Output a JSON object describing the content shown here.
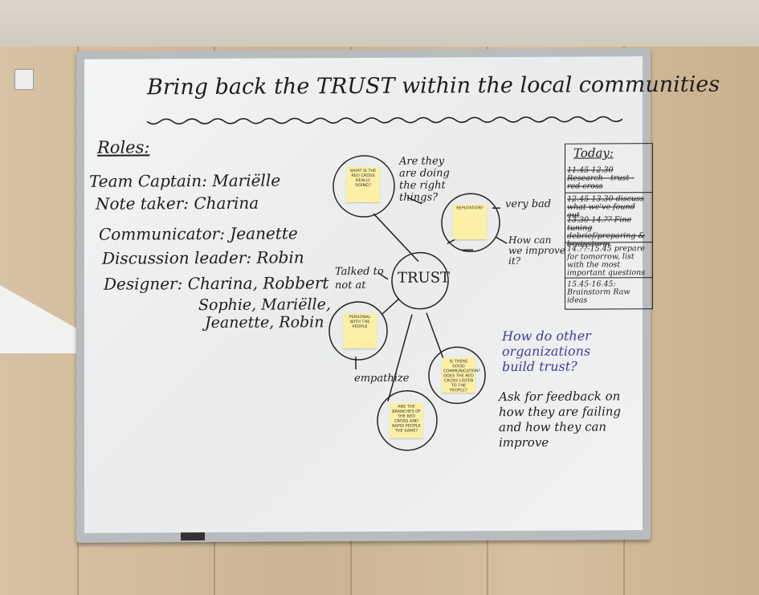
{
  "board": {
    "title": "Bring back the TRUST within the local communities",
    "roles_heading": "Roles:",
    "roles": [
      "Team Captain: Mariëlle",
      "Note taker: Charina",
      "Communicator: Jeanette",
      "Discussion leader: Robin",
      "Designer: Charina, Robbert",
      "Sophie, Mariëlle,",
      "Jeanette, Robin"
    ],
    "center": "TRUST",
    "notes": {
      "top_left": "WHAT IS THE RED CROSS REALLY DOING?",
      "reputation": "REPUTATION?",
      "personal": "PERSONAL WITH THE PEOPLE",
      "community": "IS THERE GOOD COMMUNICATION? DOES THE RED CROSS LISTEN TO THE PEOPLE?",
      "bottom": "ARE THE BRANCHES OF THE RED CROSS AND RAPID PEOPLE THE SAME?"
    },
    "labels": {
      "right_things": "Are they are doing the right things?",
      "very_bad": "very bad",
      "improve": "How can we improve it?",
      "talked_to": "Talked to not at",
      "empathize": "empathize"
    },
    "question": "How do other organizations build trust?",
    "answer": "Ask for feedback on how they are failing and how they can improve",
    "today": {
      "heading": "Today:",
      "items": [
        "11.45-12.30 Research - trust - red cross",
        "12.45-13.30 discuss what we've found out",
        "13.30-14.?? Fine tuning debrief/preparing & brainstorm",
        "14.??-15.45 prepare for tomorrow, list with the most important questions",
        "15.45-16.45: Brainstorm Raw ideas"
      ]
    }
  }
}
